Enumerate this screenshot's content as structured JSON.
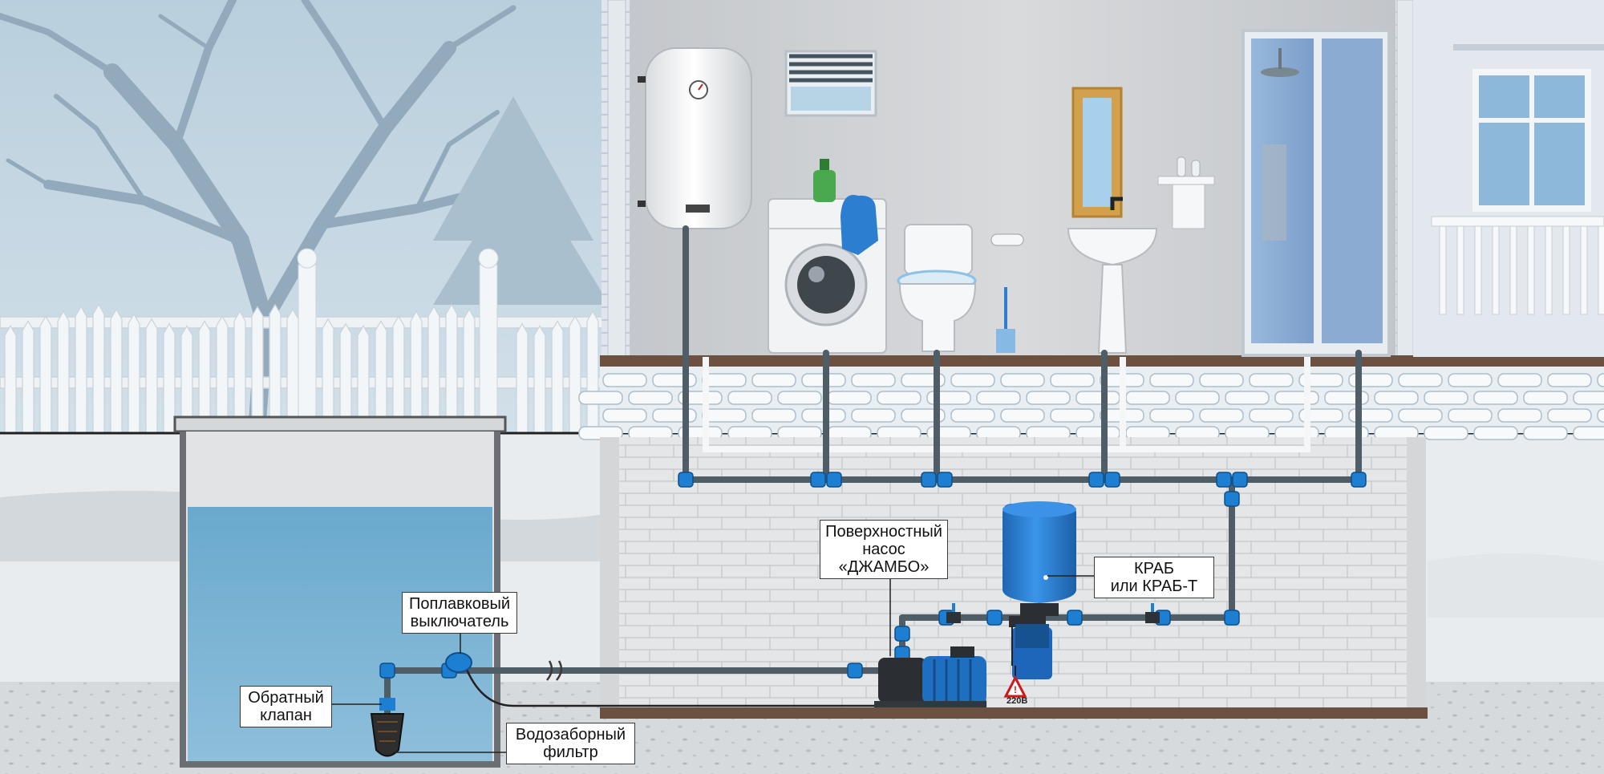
{
  "labels": {
    "pump": {
      "line1": "Поверхностный",
      "line2": "насос",
      "line3": "«ДЖАМБО»"
    },
    "tank": {
      "line1": "КРАБ",
      "line2": "или КРАБ-Т"
    },
    "float_switch": {
      "line1": "Поплавковый",
      "line2": "выключатель"
    },
    "check_valve": {
      "line1": "Обратный",
      "line2": "клапан"
    },
    "intake_filter": {
      "line1": "Водозаборный",
      "line2": "фильтр"
    },
    "voltage": "220В"
  },
  "colors": {
    "sky": "#c9d9e4",
    "tree": "#8fa7b8",
    "water": "#5d9ec4",
    "pipe": "#4f5d66",
    "fitting": "#1d7fd1",
    "tank": "#2a7fd6",
    "floor": "#6d5140",
    "room_wall": "#c8cbcf"
  }
}
